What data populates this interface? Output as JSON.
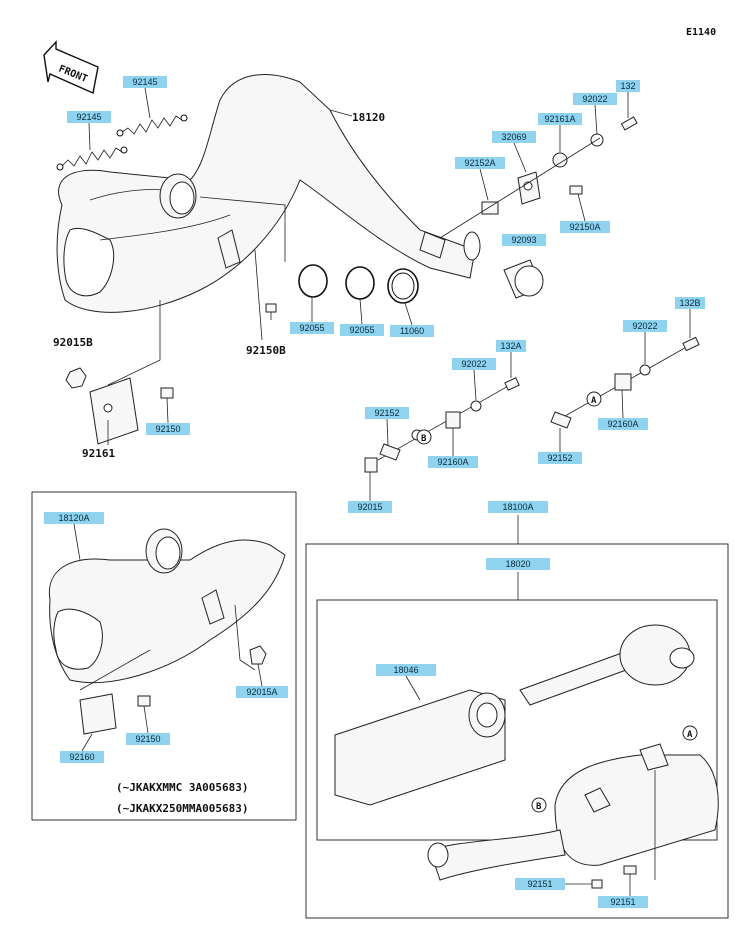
{
  "diagram_code": "E1140",
  "front_label": "FRONT",
  "reference_letters": {
    "a": "A",
    "b": "B"
  },
  "plain_labels": {
    "p18120": "18120",
    "p92015B": "92015B",
    "p92150B": "92150B",
    "p92161": "92161"
  },
  "labels": {
    "l92145_top": "92145",
    "l92145_left": "92145",
    "l32069": "32069",
    "l92022_top": "92022",
    "l132": "132",
    "l92161A": "92161A",
    "l92152A": "92152A",
    "l92150A": "92150A",
    "l92093": "92093",
    "l92055_a": "92055",
    "l92055_b": "92055",
    "l11060": "11060",
    "l92150": "92150",
    "l132B": "132B",
    "l92022_right": "92022",
    "l132A": "132A",
    "l92022_mid": "92022",
    "l92152_left": "92152",
    "l92160A_left": "92160A",
    "l92160A_right": "92160A",
    "l92152_right": "92152",
    "l92015": "92015",
    "l18120A": "18120A",
    "l92015A": "92015A",
    "l92160": "92160",
    "l92150_inset": "92150",
    "l18100A": "18100A",
    "l18020": "18020",
    "l18046": "18046",
    "l92151_left": "92151",
    "l92151_right": "92151"
  },
  "inset_notes": {
    "line1": "(~JKAKXMMC 3A005683)",
    "line2": "(~JKAKX250MMA005683)"
  }
}
